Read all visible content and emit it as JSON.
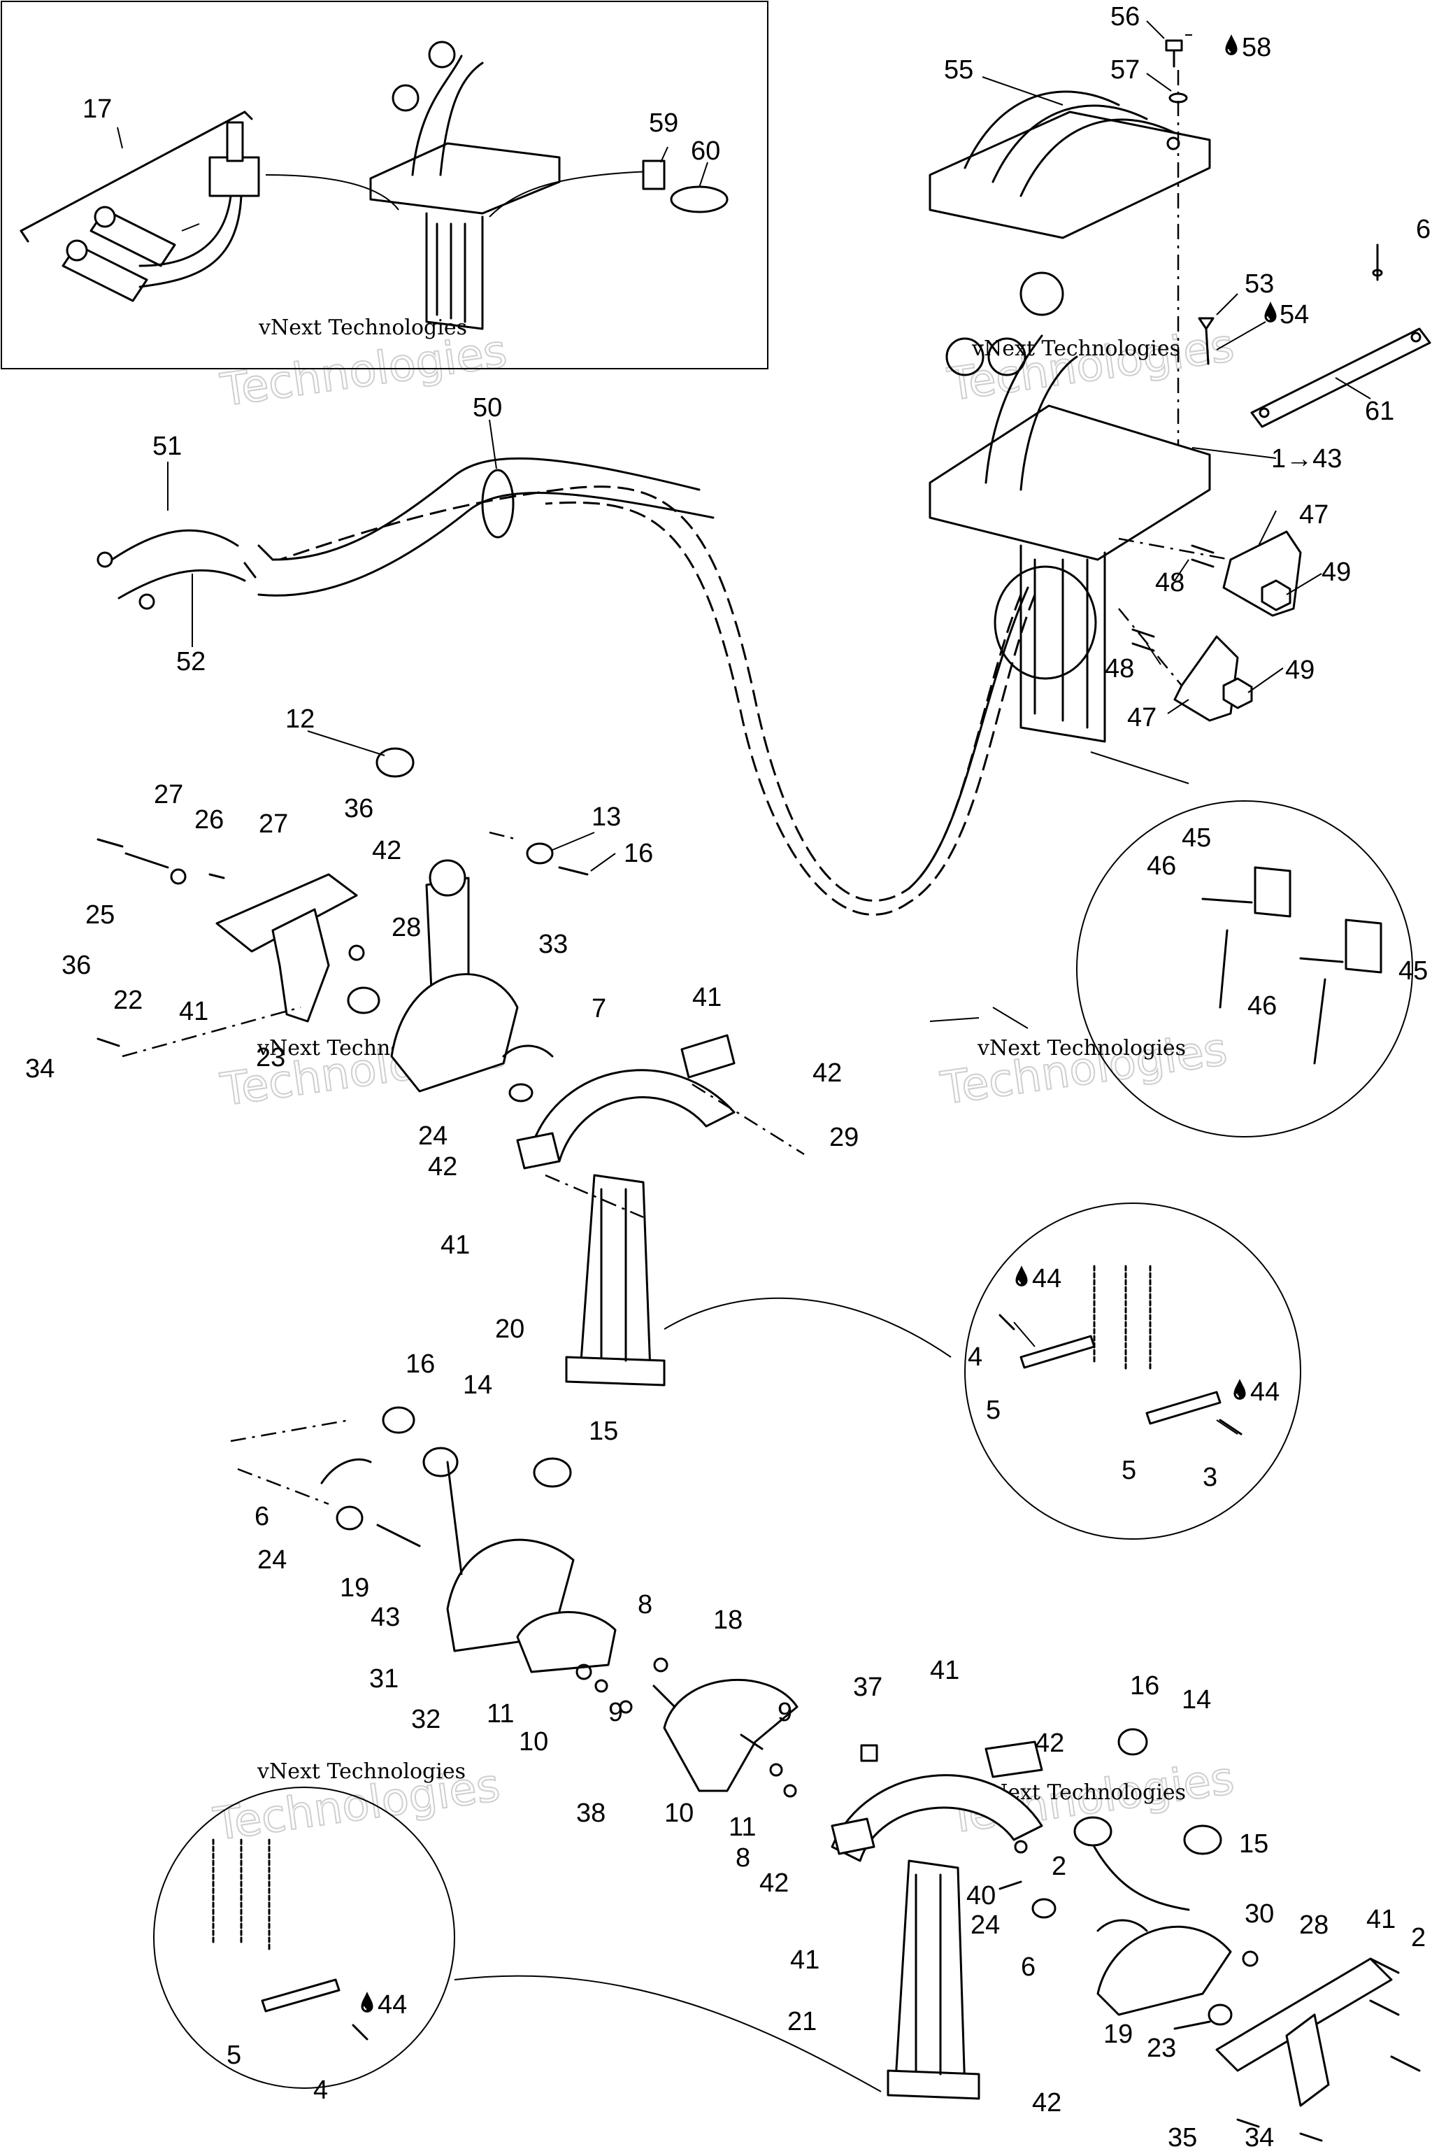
{
  "watermark": {
    "line1": "vNext Technologies",
    "line2": "Technologies"
  },
  "callouts": [
    {
      "id": "c17",
      "text": "17"
    },
    {
      "id": "c59",
      "text": "59"
    },
    {
      "id": "c60",
      "text": "60"
    },
    {
      "id": "c56",
      "text": "56"
    },
    {
      "id": "c58",
      "text": "58",
      "oil_icon": true
    },
    {
      "id": "c55",
      "text": "55"
    },
    {
      "id": "c57",
      "text": "57"
    },
    {
      "id": "c6a",
      "text": "6"
    },
    {
      "id": "c53",
      "text": "53"
    },
    {
      "id": "c54",
      "text": "54",
      "oil_icon": true
    },
    {
      "id": "c61",
      "text": "61"
    },
    {
      "id": "c143",
      "text": "1→43"
    },
    {
      "id": "c47a",
      "text": "47"
    },
    {
      "id": "c48a",
      "text": "48"
    },
    {
      "id": "c49a",
      "text": "49"
    },
    {
      "id": "c48b",
      "text": "48"
    },
    {
      "id": "c49b",
      "text": "49"
    },
    {
      "id": "c47b",
      "text": "47"
    },
    {
      "id": "c50",
      "text": "50"
    },
    {
      "id": "c51",
      "text": "51"
    },
    {
      "id": "c52",
      "text": "52"
    },
    {
      "id": "c12",
      "text": "12"
    },
    {
      "id": "c27a",
      "text": "27"
    },
    {
      "id": "c26",
      "text": "26"
    },
    {
      "id": "c27b",
      "text": "27"
    },
    {
      "id": "c36a",
      "text": "36"
    },
    {
      "id": "c42a",
      "text": "42"
    },
    {
      "id": "c13",
      "text": "13"
    },
    {
      "id": "c16a",
      "text": "16"
    },
    {
      "id": "c25",
      "text": "25"
    },
    {
      "id": "c28a",
      "text": "28"
    },
    {
      "id": "c36b",
      "text": "36"
    },
    {
      "id": "c33",
      "text": "33"
    },
    {
      "id": "c22",
      "text": "22"
    },
    {
      "id": "c41a",
      "text": "41"
    },
    {
      "id": "c23a",
      "text": "23"
    },
    {
      "id": "c34a",
      "text": "34"
    },
    {
      "id": "c7",
      "text": "7"
    },
    {
      "id": "c41b",
      "text": "41"
    },
    {
      "id": "c42b",
      "text": "42"
    },
    {
      "id": "c24a",
      "text": "24"
    },
    {
      "id": "c42c",
      "text": "42"
    },
    {
      "id": "c29",
      "text": "29"
    },
    {
      "id": "c41c",
      "text": "41"
    },
    {
      "id": "c20",
      "text": "20"
    },
    {
      "id": "c45a",
      "text": "45"
    },
    {
      "id": "c46a",
      "text": "46"
    },
    {
      "id": "c46b",
      "text": "46"
    },
    {
      "id": "c45b",
      "text": "45"
    },
    {
      "id": "c44a",
      "text": "44",
      "oil_icon": true
    },
    {
      "id": "c4a",
      "text": "4"
    },
    {
      "id": "c5a",
      "text": "5"
    },
    {
      "id": "c44b",
      "text": "44",
      "oil_icon": true
    },
    {
      "id": "c5b",
      "text": "5"
    },
    {
      "id": "c3",
      "text": "3"
    },
    {
      "id": "c16b",
      "text": "16"
    },
    {
      "id": "c14a",
      "text": "14"
    },
    {
      "id": "c15a",
      "text": "15"
    },
    {
      "id": "c6b",
      "text": "6"
    },
    {
      "id": "c24b",
      "text": "24"
    },
    {
      "id": "c19a",
      "text": "19"
    },
    {
      "id": "c43",
      "text": "43"
    },
    {
      "id": "c8a",
      "text": "8"
    },
    {
      "id": "c31",
      "text": "31"
    },
    {
      "id": "c32",
      "text": "32"
    },
    {
      "id": "c18",
      "text": "18"
    },
    {
      "id": "c11a",
      "text": "11"
    },
    {
      "id": "c10a",
      "text": "10"
    },
    {
      "id": "c9a",
      "text": "9"
    },
    {
      "id": "c9b",
      "text": "9"
    },
    {
      "id": "c37",
      "text": "37"
    },
    {
      "id": "c41d",
      "text": "41"
    },
    {
      "id": "c16c",
      "text": "16"
    },
    {
      "id": "c14b",
      "text": "14"
    },
    {
      "id": "c42d",
      "text": "42"
    },
    {
      "id": "c38",
      "text": "38"
    },
    {
      "id": "c10b",
      "text": "10"
    },
    {
      "id": "c11b",
      "text": "11"
    },
    {
      "id": "c8b",
      "text": "8"
    },
    {
      "id": "c42e",
      "text": "42"
    },
    {
      "id": "c15b",
      "text": "15"
    },
    {
      "id": "c2a",
      "text": "2"
    },
    {
      "id": "c40",
      "text": "40"
    },
    {
      "id": "c30",
      "text": "30"
    },
    {
      "id": "c24c",
      "text": "24"
    },
    {
      "id": "c28b",
      "text": "28"
    },
    {
      "id": "c41e",
      "text": "41"
    },
    {
      "id": "c2b",
      "text": "2"
    },
    {
      "id": "c6c",
      "text": "6"
    },
    {
      "id": "c41f",
      "text": "41"
    },
    {
      "id": "c21",
      "text": "21"
    },
    {
      "id": "c19b",
      "text": "19"
    },
    {
      "id": "c23b",
      "text": "23"
    },
    {
      "id": "c44c",
      "text": "44",
      "oil_icon": true
    },
    {
      "id": "c5c",
      "text": "5"
    },
    {
      "id": "c4b",
      "text": "4"
    },
    {
      "id": "c42f",
      "text": "42"
    },
    {
      "id": "c35",
      "text": "35"
    },
    {
      "id": "c34b",
      "text": "34"
    }
  ]
}
